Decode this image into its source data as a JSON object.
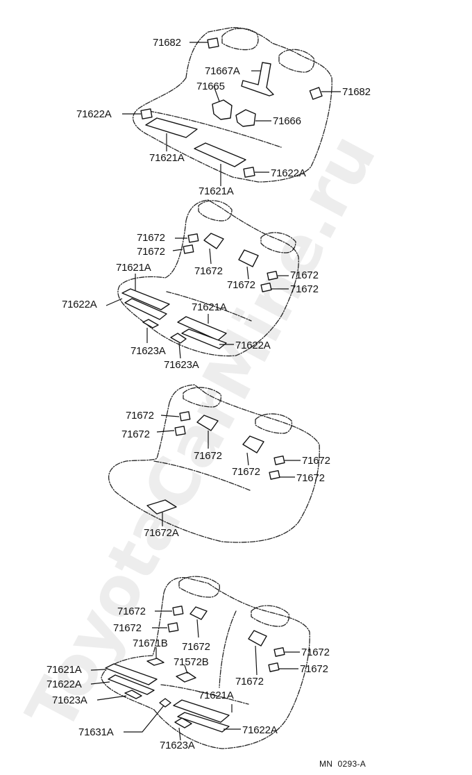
{
  "watermark": "ToyotaCarMine.ru",
  "diagram_code": "MN  0293-A",
  "seats": [
    {
      "labels": {
        "a": "71682",
        "b": "71667A",
        "c": "71665",
        "d": "71682",
        "e": "71622A",
        "f": "71666",
        "g": "71621A",
        "h": "71622A",
        "i": "71621A"
      }
    },
    {
      "labels": {
        "a": "71672",
        "b": "71672",
        "c": "71621A",
        "d": "71672",
        "e": "71672",
        "f": "71622A",
        "g": "71672",
        "h": "71672",
        "i": "71621A",
        "j": "71623A",
        "k": "71622A",
        "l": "71623A"
      }
    },
    {
      "labels": {
        "a": "71672",
        "b": "71672",
        "c": "71672",
        "d": "71672",
        "e": "71672",
        "f": "71672",
        "g": "71672A"
      }
    },
    {
      "labels": {
        "a": "71672",
        "b": "71672",
        "c": "71671B",
        "d": "71672",
        "e": "71572B",
        "f": "71672",
        "g": "71621A",
        "h": "71672",
        "i": "71622A",
        "j": "71672",
        "k": "71623A",
        "l": "71621A",
        "m": "71631A",
        "n": "71622A",
        "o": "71623A"
      }
    }
  ]
}
